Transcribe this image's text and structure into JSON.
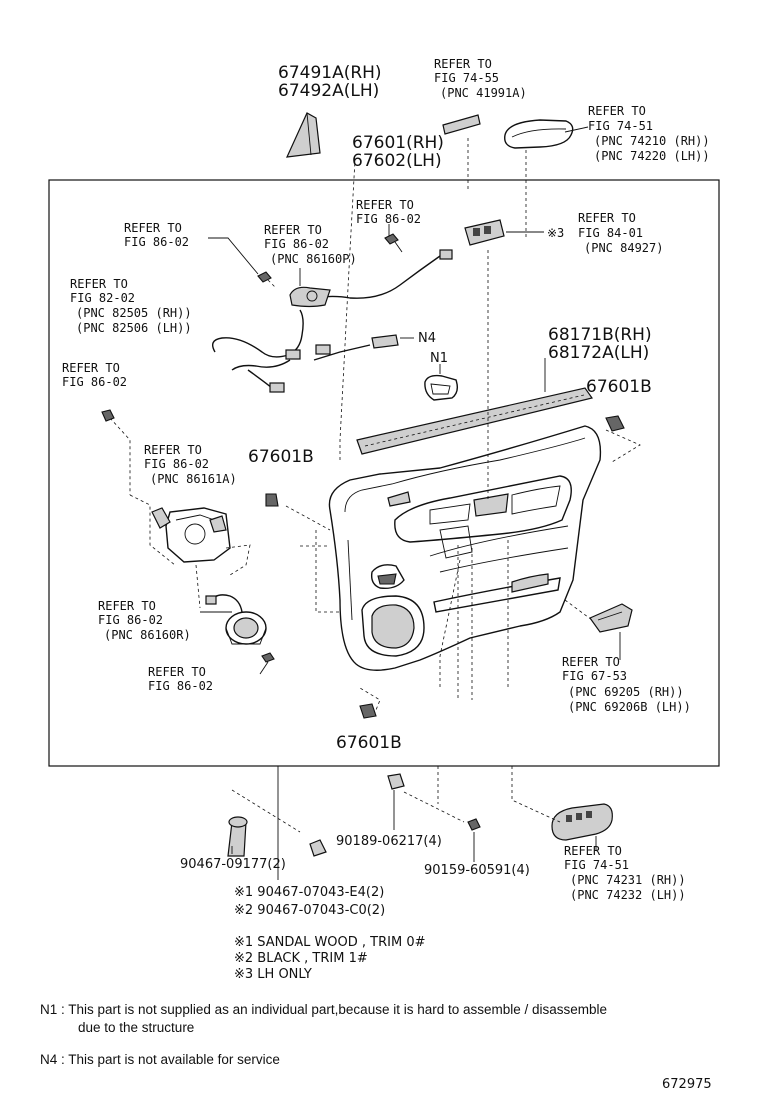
{
  "labels": {
    "part_67491A": "67491A(RH)",
    "part_67492A": "67492A(LH)",
    "refer_7455_a": "REFER TO",
    "refer_7455_b": "FIG 74-55",
    "refer_7455_c": "(PNC 41991A)",
    "refer_7451_top_a": "REFER TO",
    "refer_7451_top_b": "FIG 74-51",
    "refer_7451_top_c": "(PNC 74210 (RH))",
    "refer_7451_top_d": "(PNC 74220 (LH))",
    "part_67601": "67601(RH)",
    "part_67602": "67602(LH)",
    "refer_8602_a_a": "REFER TO",
    "refer_8602_a_b": "FIG 86-02",
    "refer_8602_b_a": "REFER TO",
    "refer_8602_b_b": "FIG 86-02",
    "refer_8602_c_a": "REFER TO",
    "refer_8602_c_b": "FIG 86-02",
    "refer_8602_c_c": "(PNC 86160P)",
    "refer_8401_mark": "※3",
    "refer_8401_a": "REFER TO",
    "refer_8401_b": "FIG 84-01",
    "refer_8401_c": "(PNC 84927)",
    "refer_8202_a": "REFER TO",
    "refer_8202_b": "FIG 82-02",
    "refer_8202_c": "(PNC 82505 (RH))",
    "refer_8202_d": "(PNC 82506 (LH))",
    "n4_tag": "N4",
    "n1_tag": "N1",
    "part_68171B": "68171B(RH)",
    "part_68172A": "68172A(LH)",
    "refer_8602_d_a": "REFER TO",
    "refer_8602_d_b": "FIG 86-02",
    "part_67601B_right": "67601B",
    "refer_8602_e_a": "REFER TO",
    "refer_8602_e_b": "FIG 86-02",
    "refer_8602_e_c": "(PNC 86161A)",
    "part_67601B_mid": "67601B",
    "refer_8602_f_a": "REFER TO",
    "refer_8602_f_b": "FIG 86-02",
    "refer_8602_f_c": "(PNC 86160R)",
    "refer_8602_g_a": "REFER TO",
    "refer_8602_g_b": "FIG 86-02",
    "refer_6753_a": "REFER TO",
    "refer_6753_b": "FIG 67-53",
    "refer_6753_c": "(PNC 69205 (RH))",
    "refer_6753_d": "(PNC 69206B (LH))",
    "part_67601B_bottom": "67601B",
    "part_90467_09177": "90467-09177(2)",
    "part_90189_06217": "90189-06217(4)",
    "part_90159_60591": "90159-60591(4)",
    "refer_7451_bot_a": "REFER TO",
    "refer_7451_bot_b": "FIG 74-51",
    "refer_7451_bot_c": "(PNC 74231 (RH))",
    "refer_7451_bot_d": "(PNC 74232 (LH))",
    "part_90467_E4": "※1 90467-07043-E4(2)",
    "part_90467_C0": "※2 90467-07043-C0(2)"
  },
  "legend": {
    "mark1": "※1 SANDAL  WOOD , TRIM 0#",
    "mark2": "※2 BLACK , TRIM 1#",
    "mark3": "※3 LH ONLY"
  },
  "notes": {
    "n1_line1": "N1 : This part is not supplied as an individual part,because it is hard to assemble / disassemble",
    "n1_line2": "due to the structure",
    "n4_line1": "N4 : This part is not available for service"
  },
  "figure_id": "672975"
}
